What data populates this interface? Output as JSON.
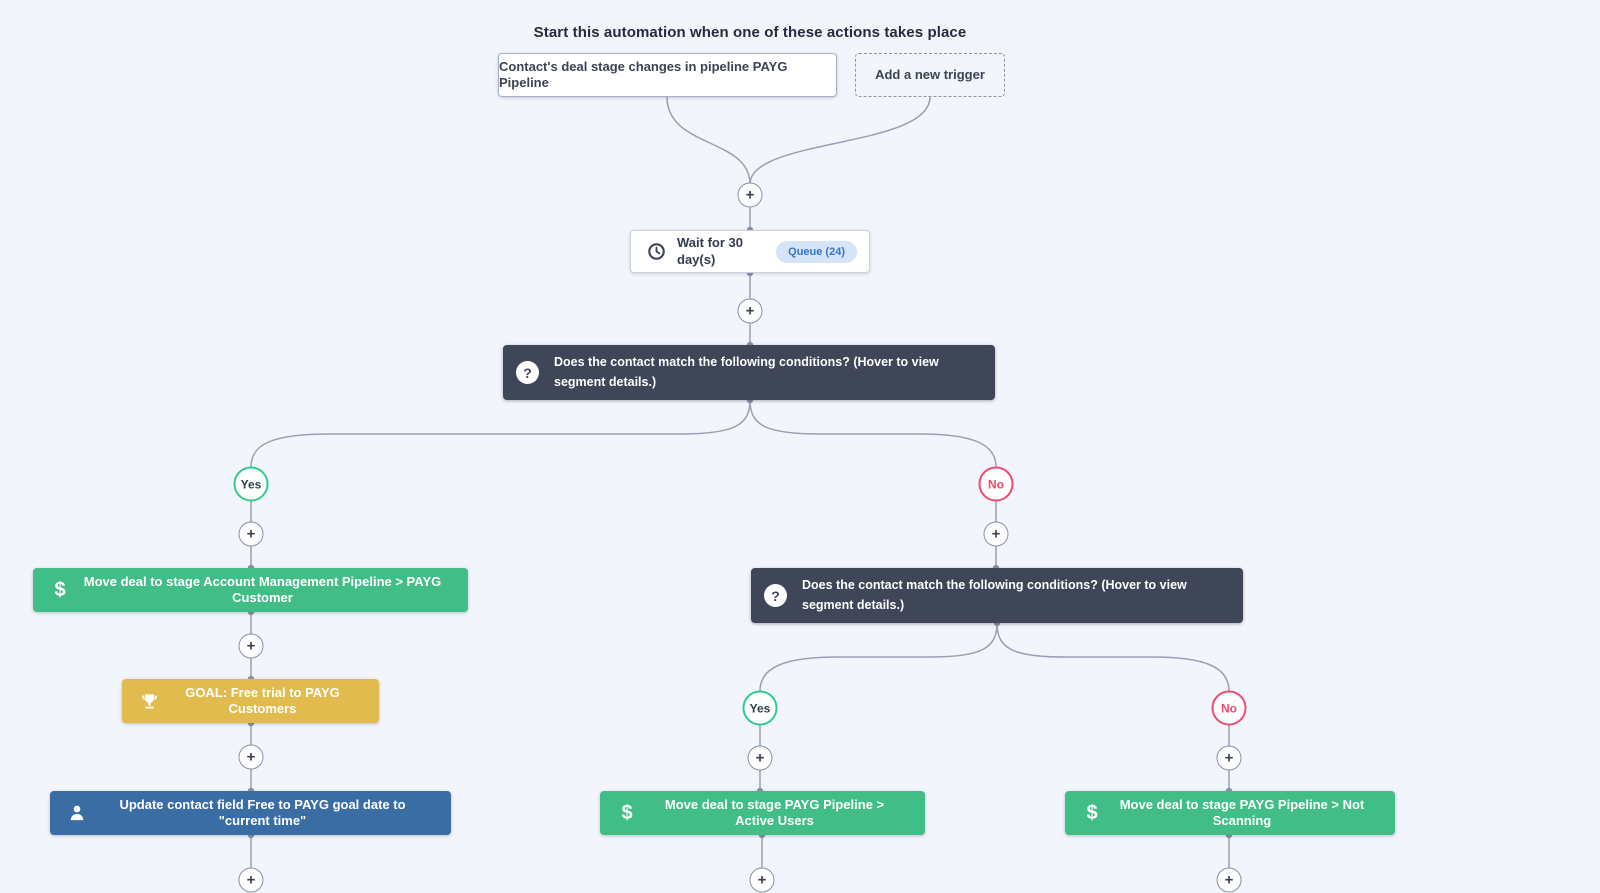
{
  "header": {
    "title": "Start this automation when one of these actions takes place"
  },
  "triggers": {
    "primary": "Contact's deal stage changes in pipeline PAYG Pipeline",
    "add_new": "Add a new trigger"
  },
  "wait_node": {
    "label": "Wait for 30 day(s)",
    "badge": "Queue (24)",
    "icon": "clock-icon"
  },
  "condition_node_1": {
    "label": "Does the contact match the following conditions? (Hover to view segment details.)",
    "icon": "question-icon",
    "question_glyph": "?"
  },
  "condition_node_2": {
    "label": "Does the contact match the following conditions? (Hover to view segment details.)",
    "icon": "question-icon",
    "question_glyph": "?"
  },
  "branch_labels": {
    "yes": "Yes",
    "no": "No"
  },
  "actions": {
    "move_account_mgmt": {
      "label": "Move deal to stage Account Management Pipeline > PAYG Customer",
      "icon": "dollar-icon",
      "glyph": "$"
    },
    "goal_free_trial": {
      "label": "GOAL: Free trial to PAYG Customers",
      "icon": "trophy-icon"
    },
    "update_contact_field": {
      "label": "Update contact field Free to PAYG goal date to \"current time\"",
      "icon": "person-icon"
    },
    "move_active_users": {
      "label": "Move deal to stage PAYG Pipeline > Active Users",
      "icon": "dollar-icon",
      "glyph": "$"
    },
    "move_not_scanning": {
      "label": "Move deal to stage PAYG Pipeline > Not Scanning",
      "icon": "dollar-icon",
      "glyph": "$"
    }
  },
  "plus": "+",
  "colors": {
    "background": "#f2f5fb",
    "connector": "#98a0b2",
    "condition_box": "#3f4658",
    "action_green": "#41bd88",
    "goal_yellow": "#e1bb4e",
    "update_blue": "#3a6da4",
    "yes_border": "#2fcb8f",
    "no_border": "#f04a6e",
    "badge_bg": "#d6e4f7",
    "badge_text": "#3277cc"
  }
}
